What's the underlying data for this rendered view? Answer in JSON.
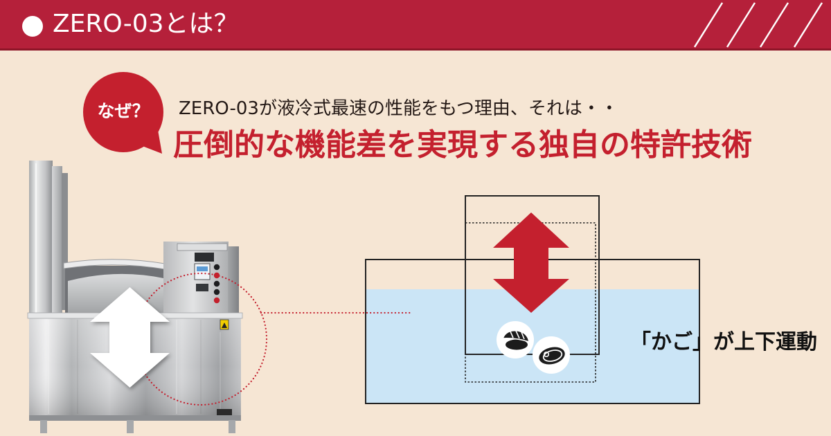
{
  "header": {
    "title": "ZERO-03とは？",
    "bullet_icon": "circle-bullet-icon",
    "decoration_icon": "diagonal-slashes-icon"
  },
  "bubble": {
    "label": "なぜ？"
  },
  "lead": {
    "text": "ZERO-03が液冷式最速の性能をもつ理由、それは・・"
  },
  "headline": {
    "text": "圧倒的な機能差を実現する独自の特許技術"
  },
  "machine": {
    "motion_icon": "up-down-arrow-icon"
  },
  "diagram": {
    "caption": "「かご」が上下運動",
    "motion_icon": "up-down-arrow-icon",
    "item_icons": [
      "sushi-icon",
      "steak-icon"
    ]
  },
  "colors": {
    "header": "#B5203A",
    "accent": "#C4202E",
    "background": "#F6E6D4",
    "water": "#CBE5F6",
    "ink": "#231815"
  }
}
